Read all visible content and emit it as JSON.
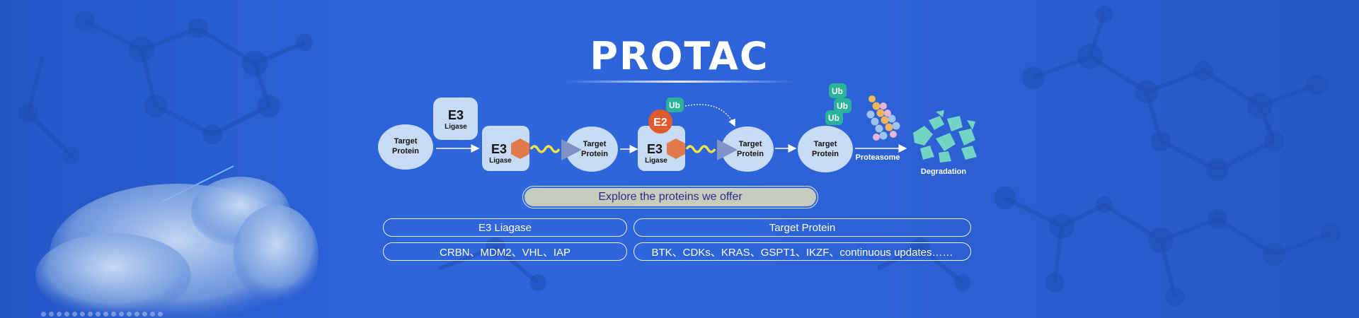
{
  "title": "PROTAC",
  "diagram": {
    "target_label_1": "Target",
    "target_label_2": "Protein",
    "e3_label": "E3",
    "ligase_label": "Ligase",
    "e2_label": "E2",
    "ub_label": "Ub",
    "proteasome_label": "Proteasome",
    "degradation_label": "Degradation"
  },
  "explore_button": "Explore the proteins we offer",
  "categories": {
    "e3_header": "E3  Liagase",
    "target_header": "Target Protein",
    "e3_items": "CRBN、MDM2、VHL、IAP",
    "target_items": "BTK、CDKs、KRAS、GSPT1、IKZF、continuous updates……"
  },
  "colors": {
    "background": "#2f66dc",
    "node_fill": "#c7dcf4",
    "hexagon": "#e07a4a",
    "triangle": "#7f93c9",
    "e2": "#e05a2d",
    "ub": "#2bb39a",
    "linker": "#f3e24a",
    "button": "#c6cdbe"
  }
}
